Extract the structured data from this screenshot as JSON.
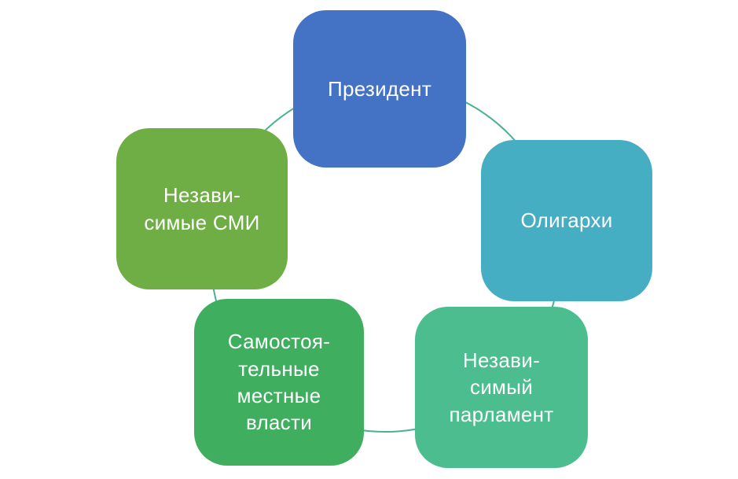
{
  "diagram": {
    "type": "cycle",
    "connector_color": "#4cae93",
    "nodes": [
      {
        "id": "president",
        "label": "Президент",
        "color": "#4472c4"
      },
      {
        "id": "oligarchs",
        "label": "Олигархи",
        "color": "#45aec2"
      },
      {
        "id": "parliament",
        "label": "Незави-\nсимый\nпарламент",
        "color": "#4cbd8f"
      },
      {
        "id": "local-authorities",
        "label": "Самостоя-\nтельные\nместные\nвласти",
        "color": "#3fae5e"
      },
      {
        "id": "independent-media",
        "label": "Незави-\nсимые СМИ",
        "color": "#6fae44"
      }
    ]
  }
}
